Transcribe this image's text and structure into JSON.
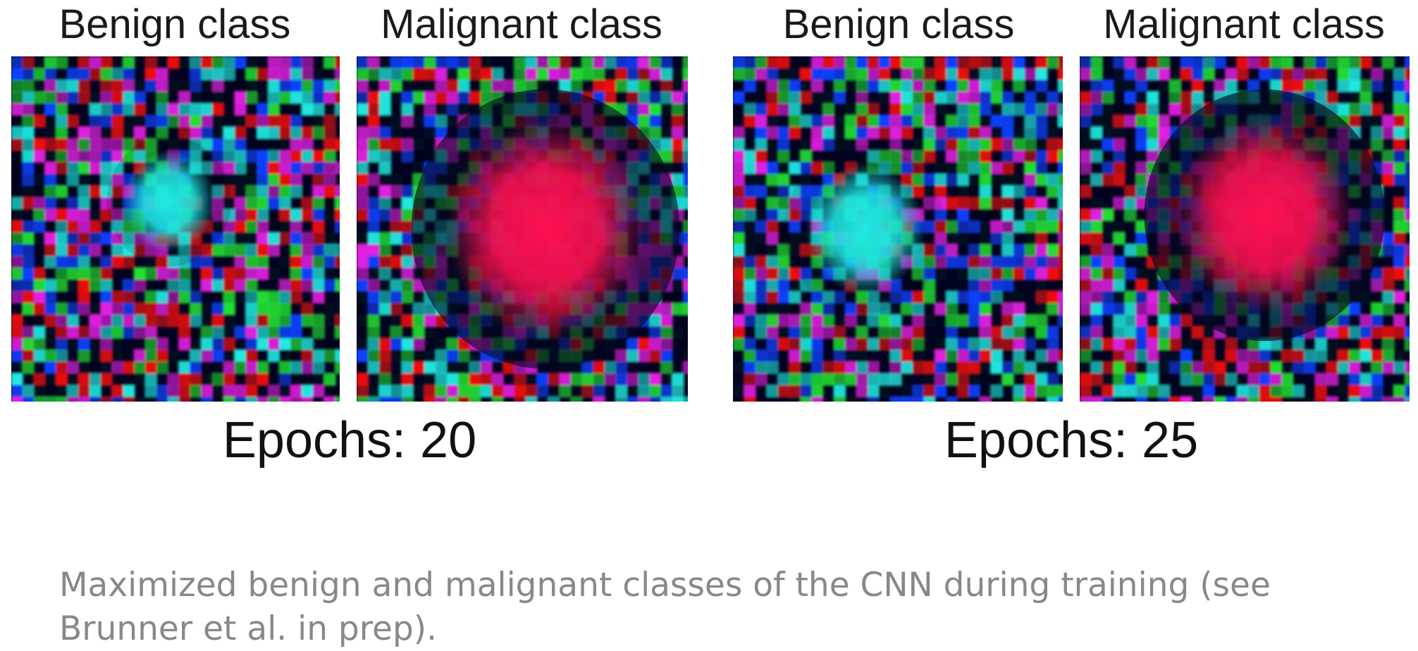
{
  "panels": [
    {
      "epochs_label": "Epochs: 20",
      "benign_label": "Benign class",
      "malignant_label": "Malignant class"
    },
    {
      "epochs_label": "Epochs: 25",
      "benign_label": "Benign class",
      "malignant_label": "Malignant class"
    }
  ],
  "caption": "Maximized benign and malignant classes of the CNN during training (see Brunner et al. in prep).",
  "colors": {
    "malignant_blob": "#ff1050",
    "benign_glow": "#20e8e0",
    "noise_green": "#22dd33",
    "noise_blue": "#1040ff",
    "noise_red": "#ee1111",
    "noise_magenta": "#e020e0",
    "noise_dark": "#050820",
    "caption_text": "#888888"
  }
}
